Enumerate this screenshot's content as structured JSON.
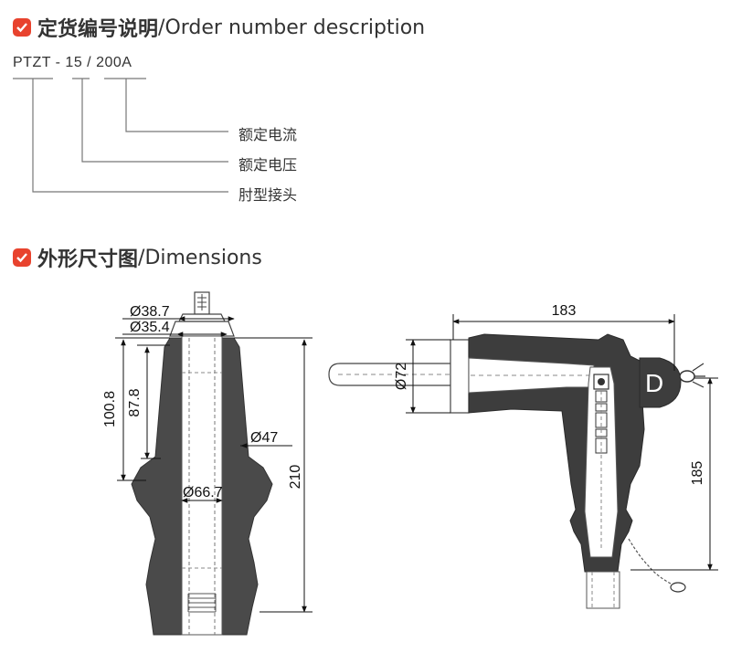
{
  "sections": {
    "order": {
      "title_cn": "定货编号说明",
      "title_sep": " / ",
      "title_en": "Order number description"
    },
    "dimensions": {
      "title_cn": "外形尺寸图",
      "title_sep": " / ",
      "title_en": "Dimensions"
    }
  },
  "order_code": {
    "part1": "PTZT",
    "sep1": " - ",
    "part2": "15",
    "sep2": " / ",
    "part3": "200A",
    "labels": [
      "额定电流",
      "额定电压",
      "肘型接头"
    ]
  },
  "dimensions": {
    "d38": "Ø38.7",
    "d35": "Ø35.4",
    "h100": "100.8",
    "h87": "87.8",
    "d47": "Ø47",
    "d66": "Ø66.7",
    "h210": "210",
    "w183": "183",
    "d72": "Ø72",
    "h185": "185",
    "letter": "D"
  },
  "colors": {
    "accent": "#e8432e",
    "body": "#3a3a3a",
    "line": "#555555"
  }
}
